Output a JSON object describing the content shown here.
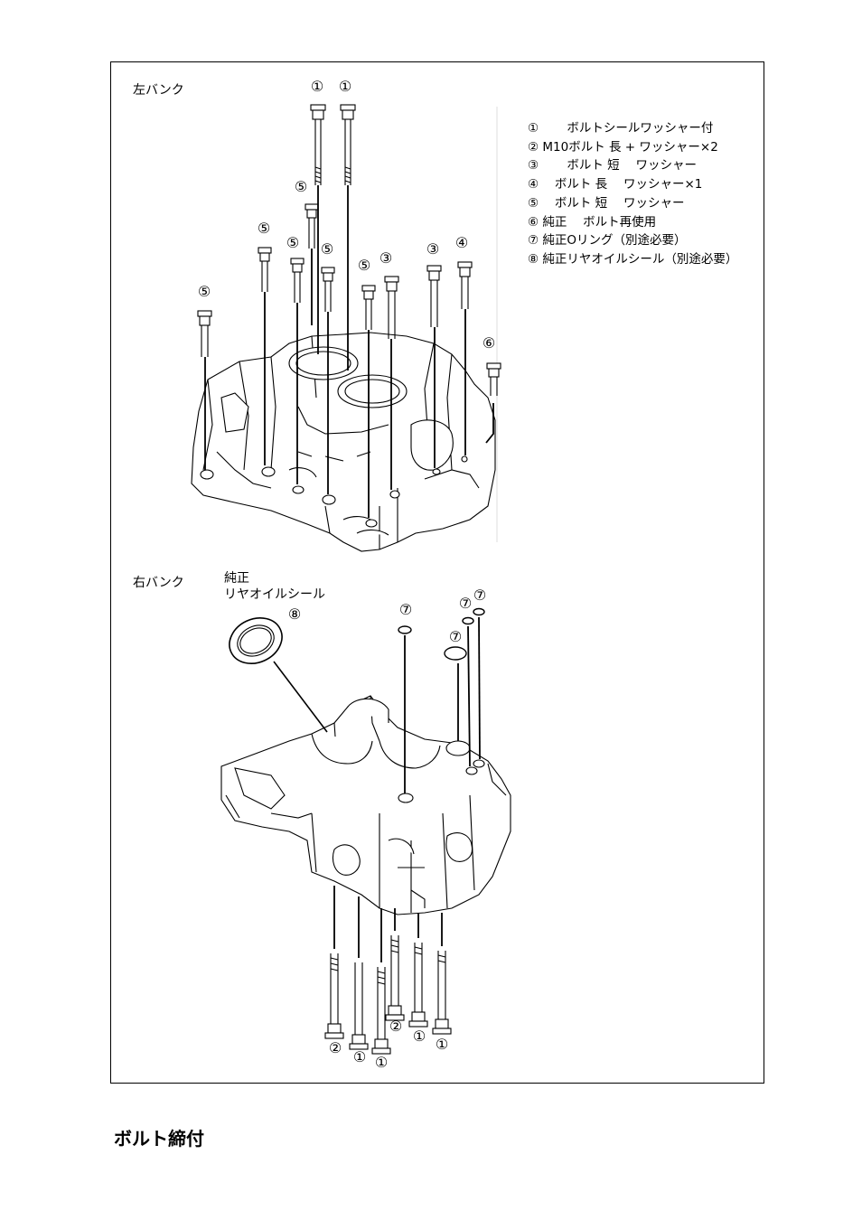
{
  "labels": {
    "left_bank": "左バンク",
    "right_bank": "右バンク",
    "rear_seal_line1": "純正",
    "rear_seal_line2": "リヤオイルシール"
  },
  "legend": [
    "①　　 ボルトシールワッシャー付",
    "② M10ボルト 長 + ワッシャー×2",
    "③　　 ボルト 短　 ワッシャー",
    "④　 ボルト 長　 ワッシャー×1",
    "⑤　 ボルト 短　 ワッシャー",
    "⑥ 純正　 ボルト再使用",
    "⑦ 純正Oリング（別途必要）",
    "⑧ 純正リヤオイルシール（別途必要）"
  ],
  "callouts": {
    "c1": "①",
    "c2": "②",
    "c3": "③",
    "c4": "④",
    "c5": "⑤",
    "c6": "⑥",
    "c7": "⑦",
    "c8": "⑧"
  },
  "footer": {
    "title": "ボルト締付"
  }
}
